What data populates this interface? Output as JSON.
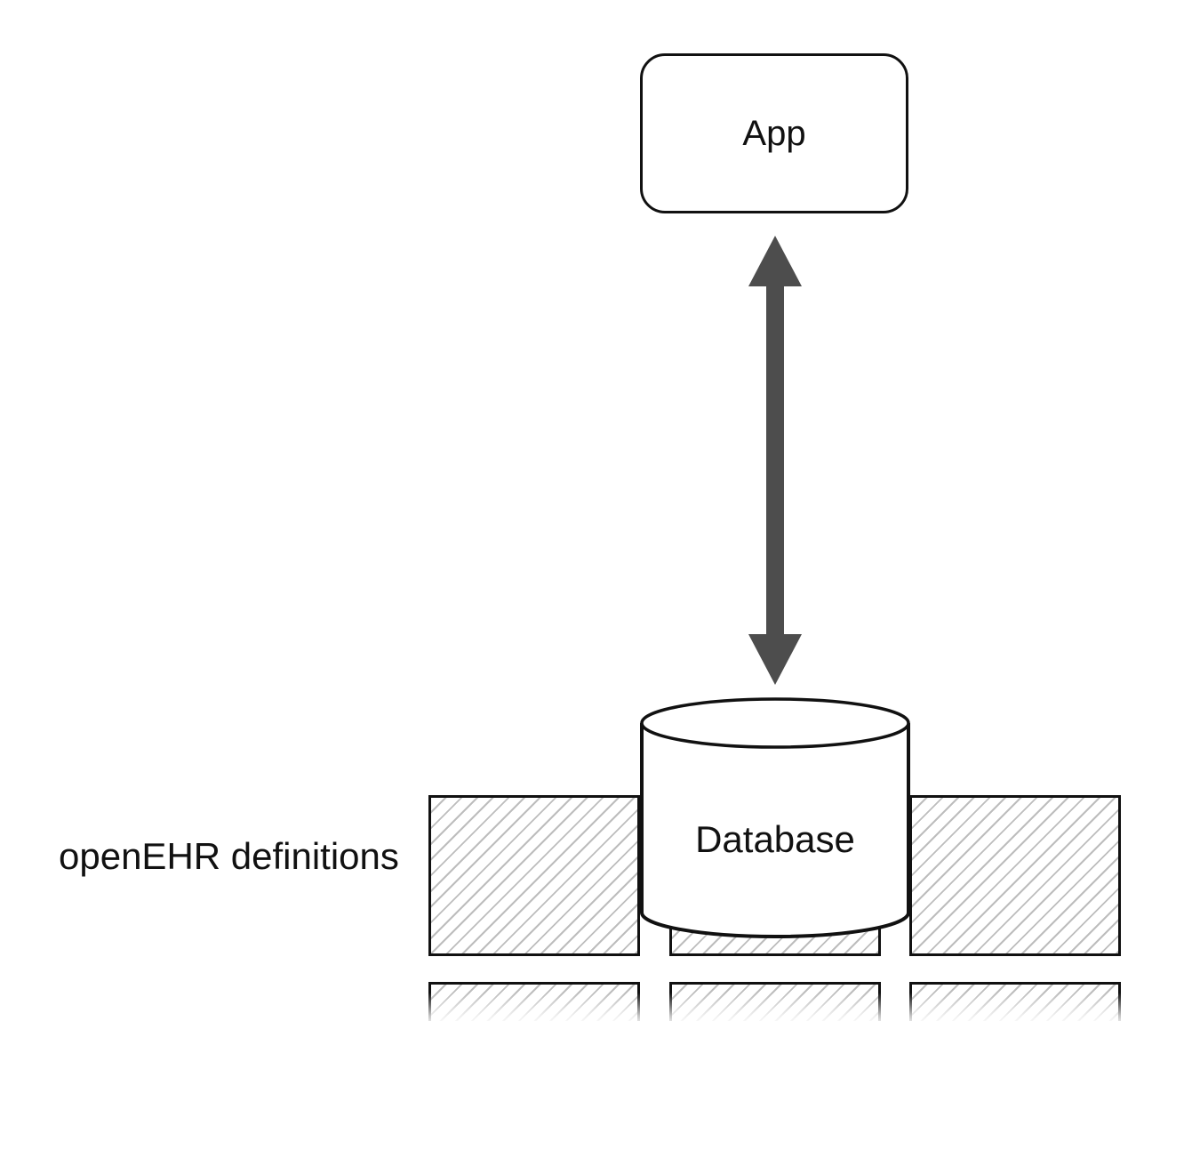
{
  "diagram": {
    "nodes": {
      "app": {
        "label": "App",
        "shape": "rounded-rectangle"
      },
      "database": {
        "label": "Database",
        "shape": "cylinder"
      }
    },
    "connector": {
      "type": "double-headed-arrow",
      "orientation": "vertical",
      "from": "App",
      "to": "Database"
    },
    "annotation": {
      "label": "openEHR definitions"
    },
    "hatched_blocks": {
      "rows": 2,
      "columns": 3,
      "fill_style": "diagonal-hatch"
    },
    "colors": {
      "canvas_background": "#ffffff",
      "shape_stroke": "#111111",
      "text": "#111111",
      "arrow": "#4d4d4d",
      "hatch_line": "#bdbdbd"
    }
  }
}
